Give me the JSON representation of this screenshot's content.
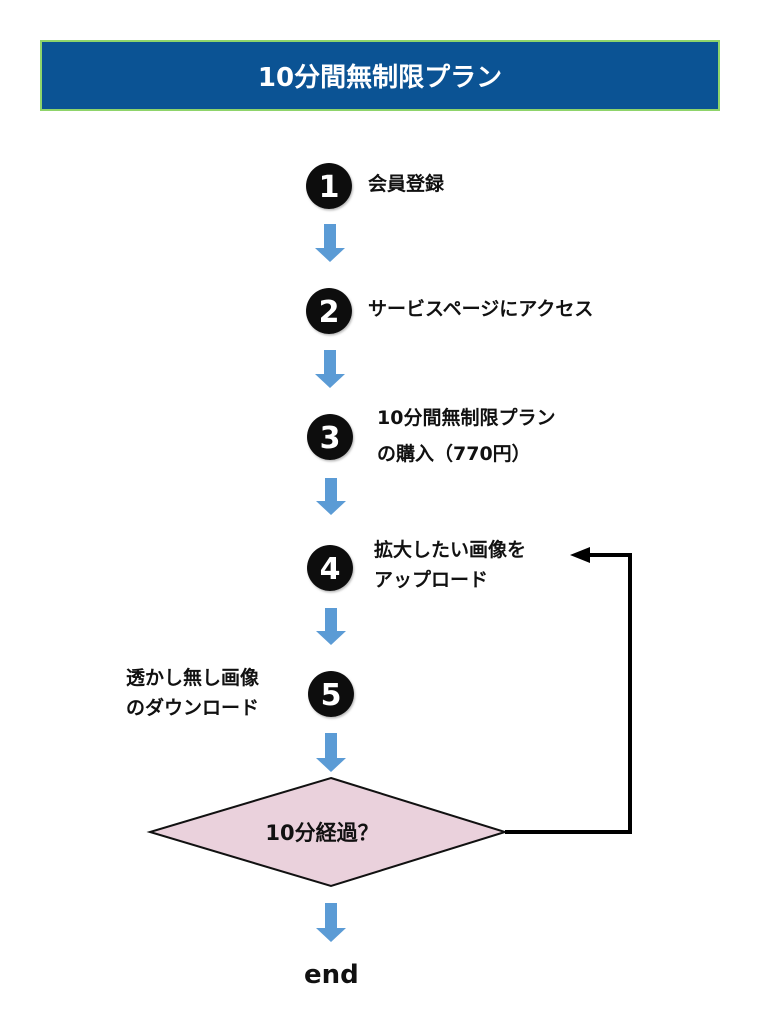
{
  "header": {
    "title": "10分間無制限プラン",
    "background_color": "#0b5394",
    "border_color": "#8fd46a"
  },
  "steps": [
    {
      "number": "1",
      "icon": "circled-number-1-icon",
      "lines": [
        "会員登録"
      ]
    },
    {
      "number": "2",
      "icon": "circled-number-2-icon",
      "lines": [
        "サービスページにアクセス"
      ]
    },
    {
      "number": "3",
      "icon": "circled-number-3-icon",
      "lines": [
        "10分間無制限プラン",
        "の購入（770円）"
      ]
    },
    {
      "number": "4",
      "icon": "circled-number-4-icon",
      "lines": [
        "拡大したい画像を",
        "アップロード"
      ]
    },
    {
      "number": "5",
      "icon": "circled-number-5-icon",
      "lines": [
        "透かし無し画像",
        "のダウンロード"
      ]
    }
  ],
  "decision": {
    "label": "10分経過？",
    "fill_color": "#ead1dc",
    "loop_back_to_step": "4"
  },
  "end": {
    "label": "end"
  },
  "colors": {
    "flow_arrow": "#5b9bd5",
    "loop_line": "#000000"
  }
}
